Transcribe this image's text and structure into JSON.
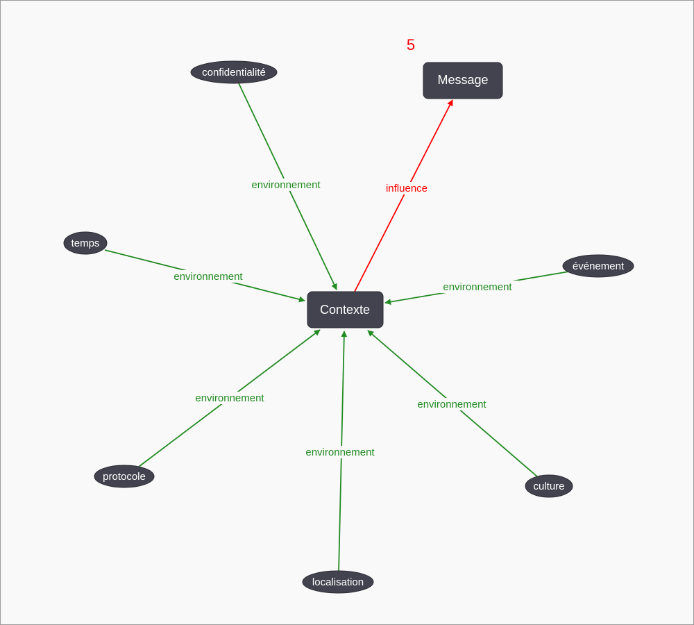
{
  "graph": {
    "badge": "5",
    "nodes": {
      "contexte": "Contexte",
      "message": "Message",
      "confidentialite": "confidentialité",
      "temps": "temps",
      "evenement": "événement",
      "protocole": "protocole",
      "localisation": "localisation",
      "culture": "culture"
    },
    "edges": {
      "confidentialite_to_contexte": "environnement",
      "temps_to_contexte": "environnement",
      "evenement_to_contexte": "environnement",
      "protocole_to_contexte": "environnement",
      "localisation_to_contexte": "environnement",
      "culture_to_contexte": "environnement",
      "contexte_to_message": "influence"
    },
    "colors": {
      "environment_edge": "#228b22",
      "influence_edge": "#ff0000",
      "node_fill": "#43434f",
      "canvas": "#f9f9f9"
    }
  }
}
